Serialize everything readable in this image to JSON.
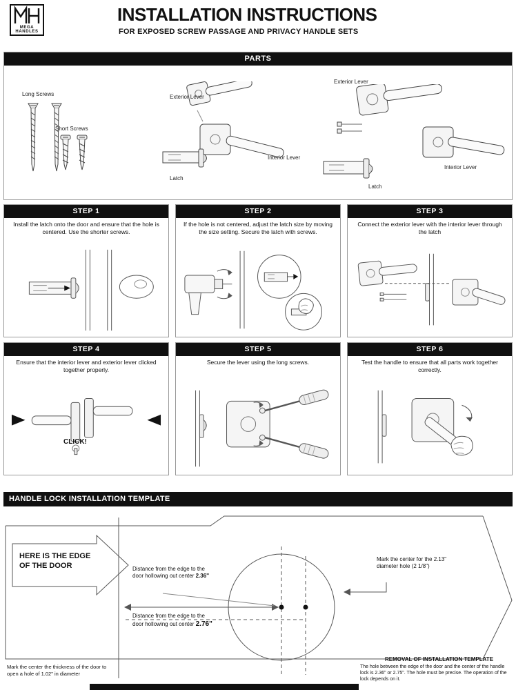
{
  "colors": {
    "accent_black": "#101010",
    "border_gray": "#999999",
    "paper_white": "#ffffff"
  },
  "header": {
    "brand": "MEGA HANDLES",
    "title": "INSTALLATION INSTRUCTIONS",
    "subtitle": "FOR EXPOSED SCREW PASSAGE AND PRIVACY HANDLE SETS"
  },
  "parts": {
    "title": "PARTS",
    "labels": {
      "long_screws": "Long Screws",
      "short_screws": "Short Screws",
      "set_a_exterior": "Exterior Lever",
      "set_a_interior": "Interior Lever",
      "set_a_latch": "Latch",
      "set_b_exterior": "Exterior Lever",
      "set_b_interior": "Interior Lever",
      "set_b_latch": "Latch"
    }
  },
  "steps": [
    {
      "label": "STEP 1",
      "text": "Install the latch onto the door and ensure that the hole is centered. Use the shorter screws."
    },
    {
      "label": "STEP 2",
      "text": "If the hole is not centered, adjust the latch size by moving the size setting. Secure the latch with screws."
    },
    {
      "label": "STEP 3",
      "text": "Connect the exterior lever with the interior lever through the latch"
    },
    {
      "label": "STEP 4",
      "text": "Ensure that the interior lever and exterior lever clicked together properly.",
      "annotation": "CLICK!"
    },
    {
      "label": "STEP 5",
      "text": "Secure the lever using the long screws."
    },
    {
      "label": "STEP 6",
      "text": "Test the handle to ensure that all parts work together correctly."
    }
  ],
  "template": {
    "title": "HANDLE LOCK INSTALLATION TEMPLATE",
    "edge_label": "HERE IS THE EDGE OF THE DOOR",
    "distance1_text": "Distance from the edge to the door hollowing out center ",
    "distance1_value": "2.36''",
    "distance2_text": "Distance from the edge to the door hollowing out center ",
    "distance2_value": "2.76\"",
    "mark_center": "Mark the center for the 2.13\" diameter hole (2 1/8\")",
    "mark_thickness": "Mark the center the thickness of the door to open a hole of 1.02\" in diameter",
    "removal_title": "REMOVAL OF INSTALLATION TEMPLATE",
    "removal_text": "The hole between the edge of the door and the center of the handle lock is 2.36\" or 2.75\". The hole must be precise. The operation of the lock depends on it."
  }
}
